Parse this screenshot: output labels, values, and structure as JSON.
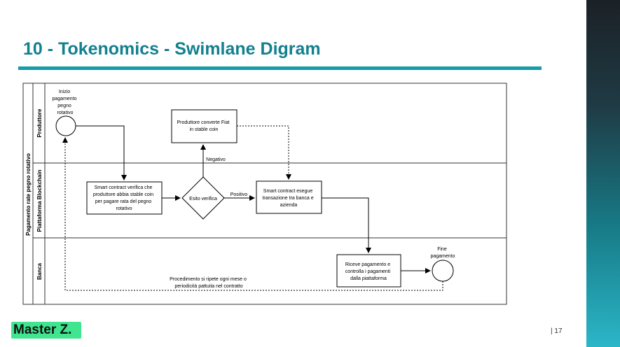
{
  "slide": {
    "title": "10 - Tokenomics - Swimlane Digram",
    "page_number": "| 17",
    "logo_text": "Master Z."
  },
  "diagram": {
    "pool_label": "Pagamento rate pegno rotativo",
    "lanes": {
      "produttore": "Produttore",
      "piattaforma": "Piattaforma Blockchain",
      "banca": "Banca"
    },
    "start_label": [
      "Inizio",
      "pagamento",
      "pegno",
      "rotativo"
    ],
    "end_label": [
      "Fine",
      "pagamento"
    ],
    "task_verify": [
      "Smart contract verifica che",
      "produttore abbia stable coin",
      "per pagare rata del pegno",
      "rotativo"
    ],
    "task_convert": [
      "Produttore converte Fiat",
      "in stable coin"
    ],
    "task_execute": [
      "Smart contract esegue",
      "transazione tra banca e",
      "azienda"
    ],
    "task_receive": [
      "Riceve pagamento e",
      "controlla i pagamenti",
      "dalla piattaforma"
    ],
    "gateway": "Esito verifica",
    "edge_negative": "Negativo",
    "edge_positive": "Positivo",
    "loop_note": [
      "Procedimento si ripete ogni mese o",
      "periodicità pattuita nel contratto"
    ]
  }
}
